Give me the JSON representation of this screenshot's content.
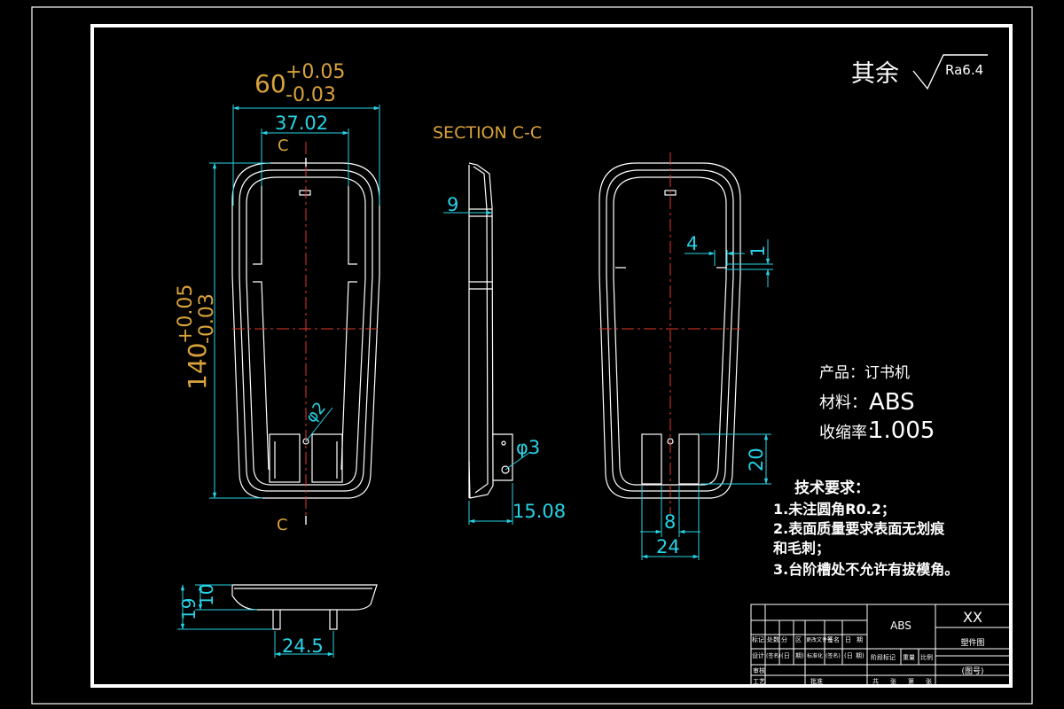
{
  "roughness": {
    "label": "其余",
    "value": "Ra6.4"
  },
  "section_title": "SECTION C-C",
  "section_marker": "C",
  "dims": {
    "width": {
      "base": "60",
      "upper": "+0.05",
      "lower": "-0.03"
    },
    "inner_width": "37.02",
    "length": {
      "base": "140",
      "upper": "+0.05",
      "lower": "-0.03"
    },
    "hole_small": "φ2",
    "side_depth": "9",
    "hole_side": "φ3",
    "side_offset": "15.08",
    "step_width": "4",
    "step_height": "1",
    "slot_height": "20",
    "slot_gap": "8",
    "slot_span": "24",
    "bottom_total": "19",
    "bottom_inner": "10",
    "bottom_width": "24.5"
  },
  "notes": {
    "product": "产品：订书机",
    "material_label": "材料：",
    "material": "ABS",
    "shrink_label": "收缩率：",
    "shrink": "1.005",
    "tech_title": "技术要求：",
    "lines": [
      "1.未注圆角R0.2；",
      "2.表面质量要求表面无划痕",
      "和毛刺；",
      "3.台阶槽处不允许有拔模角。"
    ]
  },
  "title_block": {
    "material": "ABS",
    "code": "XX",
    "name": "塑件图",
    "drawing_no": "(图号)",
    "r1": [
      "标记",
      "处数",
      "分",
      "区",
      "更改文件号",
      "签名",
      "日",
      "期"
    ],
    "r2": [
      "设计",
      "(签名)",
      "(日",
      "期)",
      "标准化",
      "(签名)",
      "(日",
      "期)"
    ],
    "r3": [
      "阶段标记",
      "重量",
      "比例"
    ],
    "r4": [
      "审核"
    ],
    "r5": [
      "工艺",
      "批准",
      "共",
      "张",
      "第",
      "张"
    ]
  },
  "colors": {
    "outline": "#ffffff",
    "dimension": "#27d3e6",
    "dim_text": "#d9a23a",
    "centerline": "#e03a2a",
    "background": "#000000"
  }
}
